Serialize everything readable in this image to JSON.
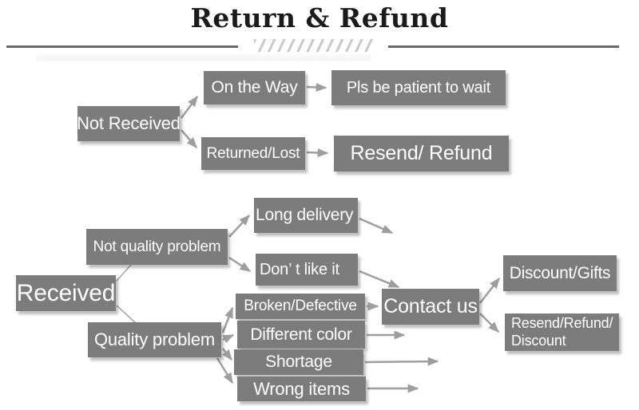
{
  "title": "Return & Refund",
  "colors": {
    "box_fill": "#7c7c7c",
    "box_text": "#ffffff",
    "arrow": "#9e9e9e",
    "title_text": "#1b1b1b",
    "divider": "#6a6a6a",
    "hatch": "#c9c9c9",
    "background": "#ffffff"
  },
  "flow": {
    "not_received": {
      "label": "Not Received"
    },
    "on_the_way": {
      "label": "On the Way"
    },
    "pls_wait": {
      "label": "Pls be patient to wait"
    },
    "returned_lost": {
      "label": "Returned/Lost"
    },
    "resend_refund": {
      "label": "Resend/ Refund"
    },
    "received": {
      "label": "Received"
    },
    "not_quality": {
      "label": "Not quality problem"
    },
    "quality": {
      "label": "Quality problem"
    },
    "long_delivery": {
      "label": "Long delivery"
    },
    "dont_like": {
      "label": "Don’ t like it"
    },
    "broken": {
      "label": "Broken/Defective"
    },
    "different_color": {
      "label": "Different color"
    },
    "shortage": {
      "label": "Shortage"
    },
    "wrong_items": {
      "label": "Wrong items"
    },
    "contact_us": {
      "label": "Contact us"
    },
    "discount_gifts": {
      "label": "Discount/Gifts"
    },
    "resend_refund_discount": {
      "line1": "Resend/Refund/",
      "line2": "Discount"
    }
  },
  "edges": [
    {
      "from": "not_received",
      "to": "on_the_way",
      "arrowhead": true
    },
    {
      "from": "not_received",
      "to": "returned_lost",
      "arrowhead": true
    },
    {
      "from": "on_the_way",
      "to": "pls_wait",
      "arrowhead": true
    },
    {
      "from": "returned_lost",
      "to": "resend_refund",
      "arrowhead": true
    },
    {
      "from": "received",
      "to": "not_quality",
      "arrowhead": false
    },
    {
      "from": "received",
      "to": "quality",
      "arrowhead": false
    },
    {
      "from": "not_quality",
      "to": "long_delivery",
      "arrowhead": true
    },
    {
      "from": "not_quality",
      "to": "dont_like",
      "arrowhead": true
    },
    {
      "from": "long_delivery",
      "to": "contact_us",
      "arrowhead": true
    },
    {
      "from": "dont_like",
      "to": "contact_us",
      "arrowhead": true
    },
    {
      "from": "quality",
      "to": "broken",
      "arrowhead": true
    },
    {
      "from": "quality",
      "to": "different_color",
      "arrowhead": true
    },
    {
      "from": "quality",
      "to": "shortage",
      "arrowhead": true
    },
    {
      "from": "quality",
      "to": "wrong_items",
      "arrowhead": true
    },
    {
      "from": "broken",
      "to": "contact_us",
      "arrowhead": true
    },
    {
      "from": "different_color",
      "to": "contact_us",
      "arrowhead": true
    },
    {
      "from": "shortage",
      "to": "contact_us",
      "arrowhead": true
    },
    {
      "from": "wrong_items",
      "to": "contact_us",
      "arrowhead": true
    },
    {
      "from": "contact_us",
      "to": "discount_gifts",
      "arrowhead": true
    },
    {
      "from": "contact_us",
      "to": "resend_refund_discount",
      "arrowhead": true
    }
  ]
}
